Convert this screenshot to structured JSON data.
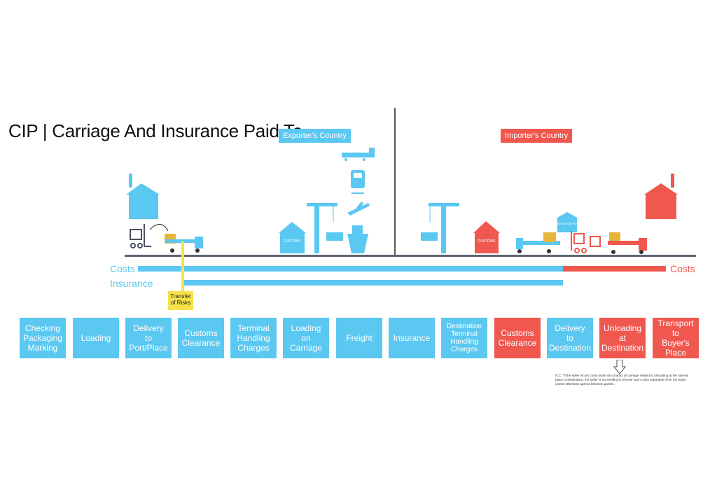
{
  "title": "CIP | Carriage And Insurance Paid To",
  "exporter_label": "Exporter's Country",
  "importer_label": "Importer's Country",
  "costs_label_left": "Costs",
  "insurance_label": "Insurance",
  "costs_label_right": "Costs",
  "transfer_of_risks": "Transfer\nof Risks",
  "customs_sign": "CUSTOMS",
  "destination_sign": "DESTINATION\nPOINT",
  "colors": {
    "exporter": "#5bc8f1",
    "importer": "#f0584f",
    "risk": "#f6e24a"
  },
  "steps": [
    {
      "label": "Checking\nPackaging\nMarking",
      "party": "seller"
    },
    {
      "label": "Loading",
      "party": "seller"
    },
    {
      "label": "Delivery\nto\nPort/Place",
      "party": "seller"
    },
    {
      "label": "Customs\nClearance",
      "party": "seller"
    },
    {
      "label": "Terminal\nHandling\nCharges",
      "party": "seller"
    },
    {
      "label": "Loading\non\nCarriage",
      "party": "seller"
    },
    {
      "label": "Freight",
      "party": "seller"
    },
    {
      "label": "Insurance",
      "party": "seller"
    },
    {
      "label": "Destination\nTerminal\nHandling\nCharges",
      "party": "seller"
    },
    {
      "label": "Customs\nClearance",
      "party": "buyer"
    },
    {
      "label": "Delivery\nto\nDestination",
      "party": "seller"
    },
    {
      "label": "Unloading\nat\nDestination",
      "party": "buyer"
    },
    {
      "label": "Transport\nto\nBuyer's\nPlace",
      "party": "buyer"
    }
  ],
  "footnote": "ICC: \"If the seller incurs costs under its contract of carriage related to unloading at the named place of destination, the seller is not entitled to recover such costs separately from the buyer unless otherwise agreed between parties."
}
